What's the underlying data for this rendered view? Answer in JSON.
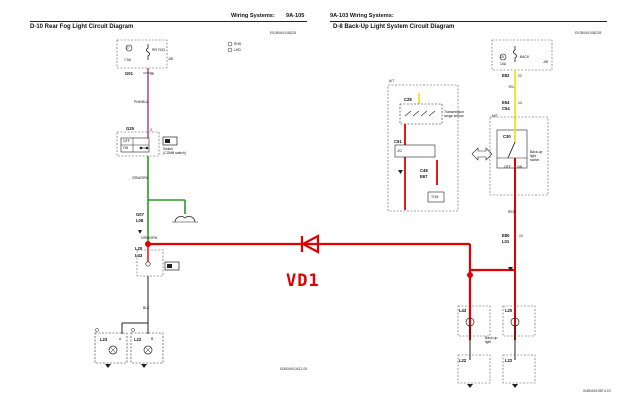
{
  "header": {
    "left_section": "Wiring Systems:",
    "left_page": "9A-105",
    "right_section": "9A-103  Wiring Systems:"
  },
  "left_diagram": {
    "title": "D-10 Rear Fog Light Circuit Diagram",
    "code": "E5JB0A9108D28",
    "fuse_number": "27",
    "fuse_rating": "7.5A",
    "fuse_name": "RR FOG",
    "junction": "J/B",
    "legend_a": "RHD",
    "legend_b": "LHD",
    "connector_top": "G01",
    "pin_top": "15",
    "wire_top": "PNK/BLU",
    "switch_connector": "G25",
    "switch_pin": "3",
    "switch_off": "OFF",
    "switch_on": "ON",
    "switch_label": "Switch\n(COMB switch)",
    "wire_mid": "GRN/ORN",
    "connector_g07": "G07",
    "connector_l08": "L08",
    "wire_low": "GRN/ORN",
    "connector_l20": "L20",
    "connector_l43": "L43",
    "wire_ground": "BLK",
    "lamp_left": "L23",
    "lamp_right": "L22",
    "lamp_pin_a": "A",
    "lamp_pin_b": "B",
    "footer_code": "I5JB0A910612-05"
  },
  "right_diagram": {
    "title": "D-8 Back-Up Light System Circuit Diagram",
    "code": "E5JB0A910BD28",
    "fuse_number": "15",
    "fuse_rating": "10A",
    "fuse_name": "BACK",
    "junction": "J/B",
    "connector_e82": "E82",
    "pin_e82": "22",
    "wire_yel": "YEL",
    "connector_e54": "E54",
    "connector_c54": "C54",
    "pin_13": "13",
    "at_label": "A/T",
    "mt_label": "M/T",
    "c28": "C28",
    "trans_sensor": "Transmission\nrange sensor",
    "c51": "C51",
    "jc": "J/C",
    "c48": "C48",
    "e67": "E67",
    "tcm": "TCM",
    "c30": "C30",
    "off": "OFF",
    "on": "ON",
    "backup_switch": "Back-up\nlight\nswitch",
    "wire_red": "RED",
    "connector_e80": "E80",
    "connector_l01": "L01",
    "pin_10": "10",
    "connector_l43": "L43",
    "connector_l20": "L20",
    "backup_light": "Back-up\nlight",
    "lamp_l22": "L22",
    "footer_code": "I5JB0A910BT4-03"
  },
  "annotation": {
    "label": "VD1"
  },
  "colors": {
    "wire_red": "#e00000",
    "wire_green": "#2a9a2a",
    "wire_yellow": "#f2e31a",
    "wire_pink": "#b0347a"
  }
}
